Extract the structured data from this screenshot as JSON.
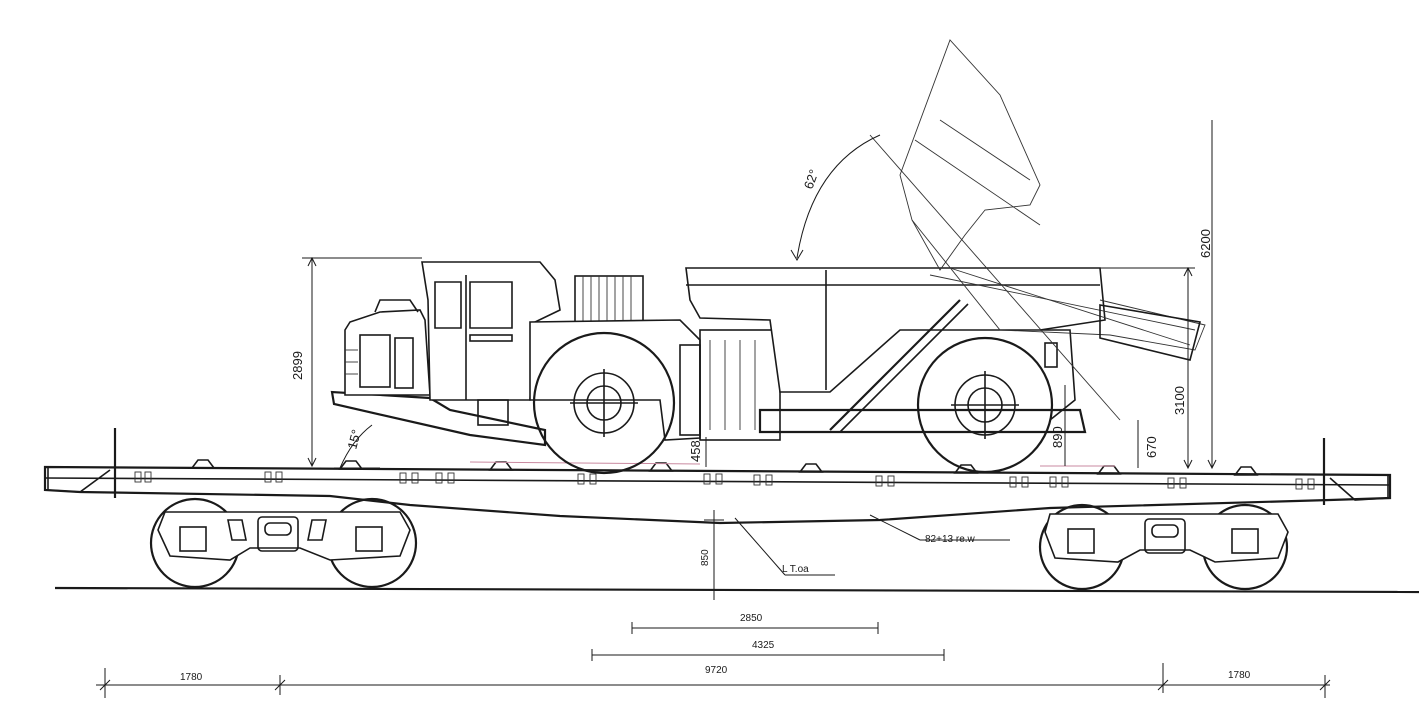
{
  "drawing": {
    "dimensions": {
      "truck_height": "2899",
      "dump_height": "6200",
      "body_height": "3100",
      "rear_clearance": "890",
      "tail_height": "670",
      "ground_clearance": "458",
      "approach_angle": "15°",
      "dump_angle": "62°",
      "deck_height": "850",
      "wheelbase": "2850",
      "axle_span": "4325",
      "car_length": "9720",
      "left_overhang": "1780",
      "right_overhang": "1780"
    },
    "annotations": {
      "rail_label": "L T.oa",
      "deck_label": "82+13 re.w"
    }
  }
}
